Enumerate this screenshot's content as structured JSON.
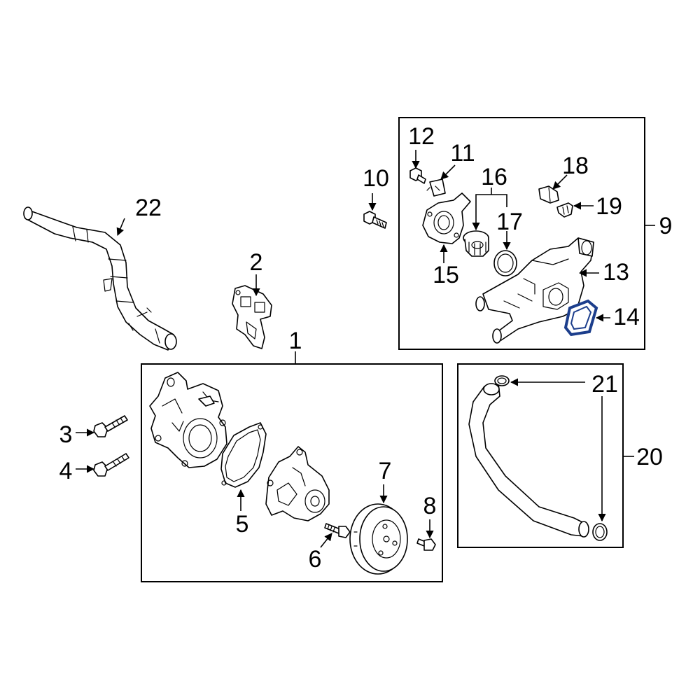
{
  "callouts": {
    "c1": "1",
    "c2": "2",
    "c3": "3",
    "c4": "4",
    "c5": "5",
    "c6": "6",
    "c7": "7",
    "c8": "8",
    "c9": "9",
    "c10": "10",
    "c11": "11",
    "c12": "12",
    "c13": "13",
    "c14": "14",
    "c15": "15",
    "c16": "16",
    "c17": "17",
    "c18": "18",
    "c19": "19",
    "c20": "20",
    "c21": "21",
    "c22": "22"
  },
  "highlight": {
    "part": "14",
    "color": "#1c3e8c"
  }
}
